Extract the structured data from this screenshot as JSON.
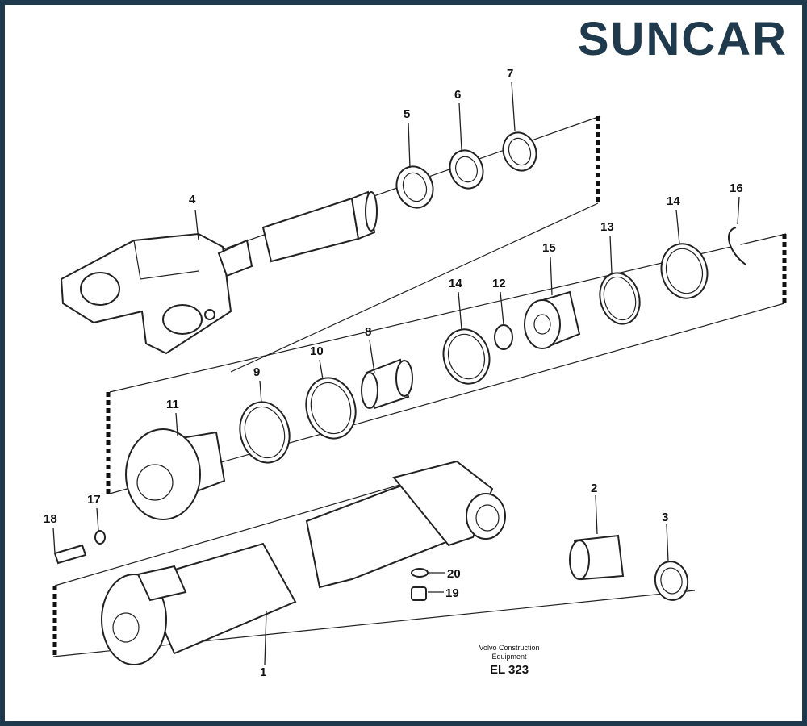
{
  "brand": {
    "name": "SUNCAR",
    "color": "#1f3a4d"
  },
  "footer": {
    "maker_line1": "Volvo Construction",
    "maker_line2": "Equipment",
    "code": "EL 323"
  },
  "callouts": {
    "c1": "1",
    "c2": "2",
    "c3": "3",
    "c4": "4",
    "c5": "5",
    "c6": "6",
    "c7": "7",
    "c8": "8",
    "c9": "9",
    "c10": "10",
    "c11": "11",
    "c12": "12",
    "c13": "13",
    "c14a": "14",
    "c14b": "14",
    "c15": "15",
    "c16": "16",
    "c17": "17",
    "c18": "18",
    "c19": "19",
    "c20": "20"
  }
}
